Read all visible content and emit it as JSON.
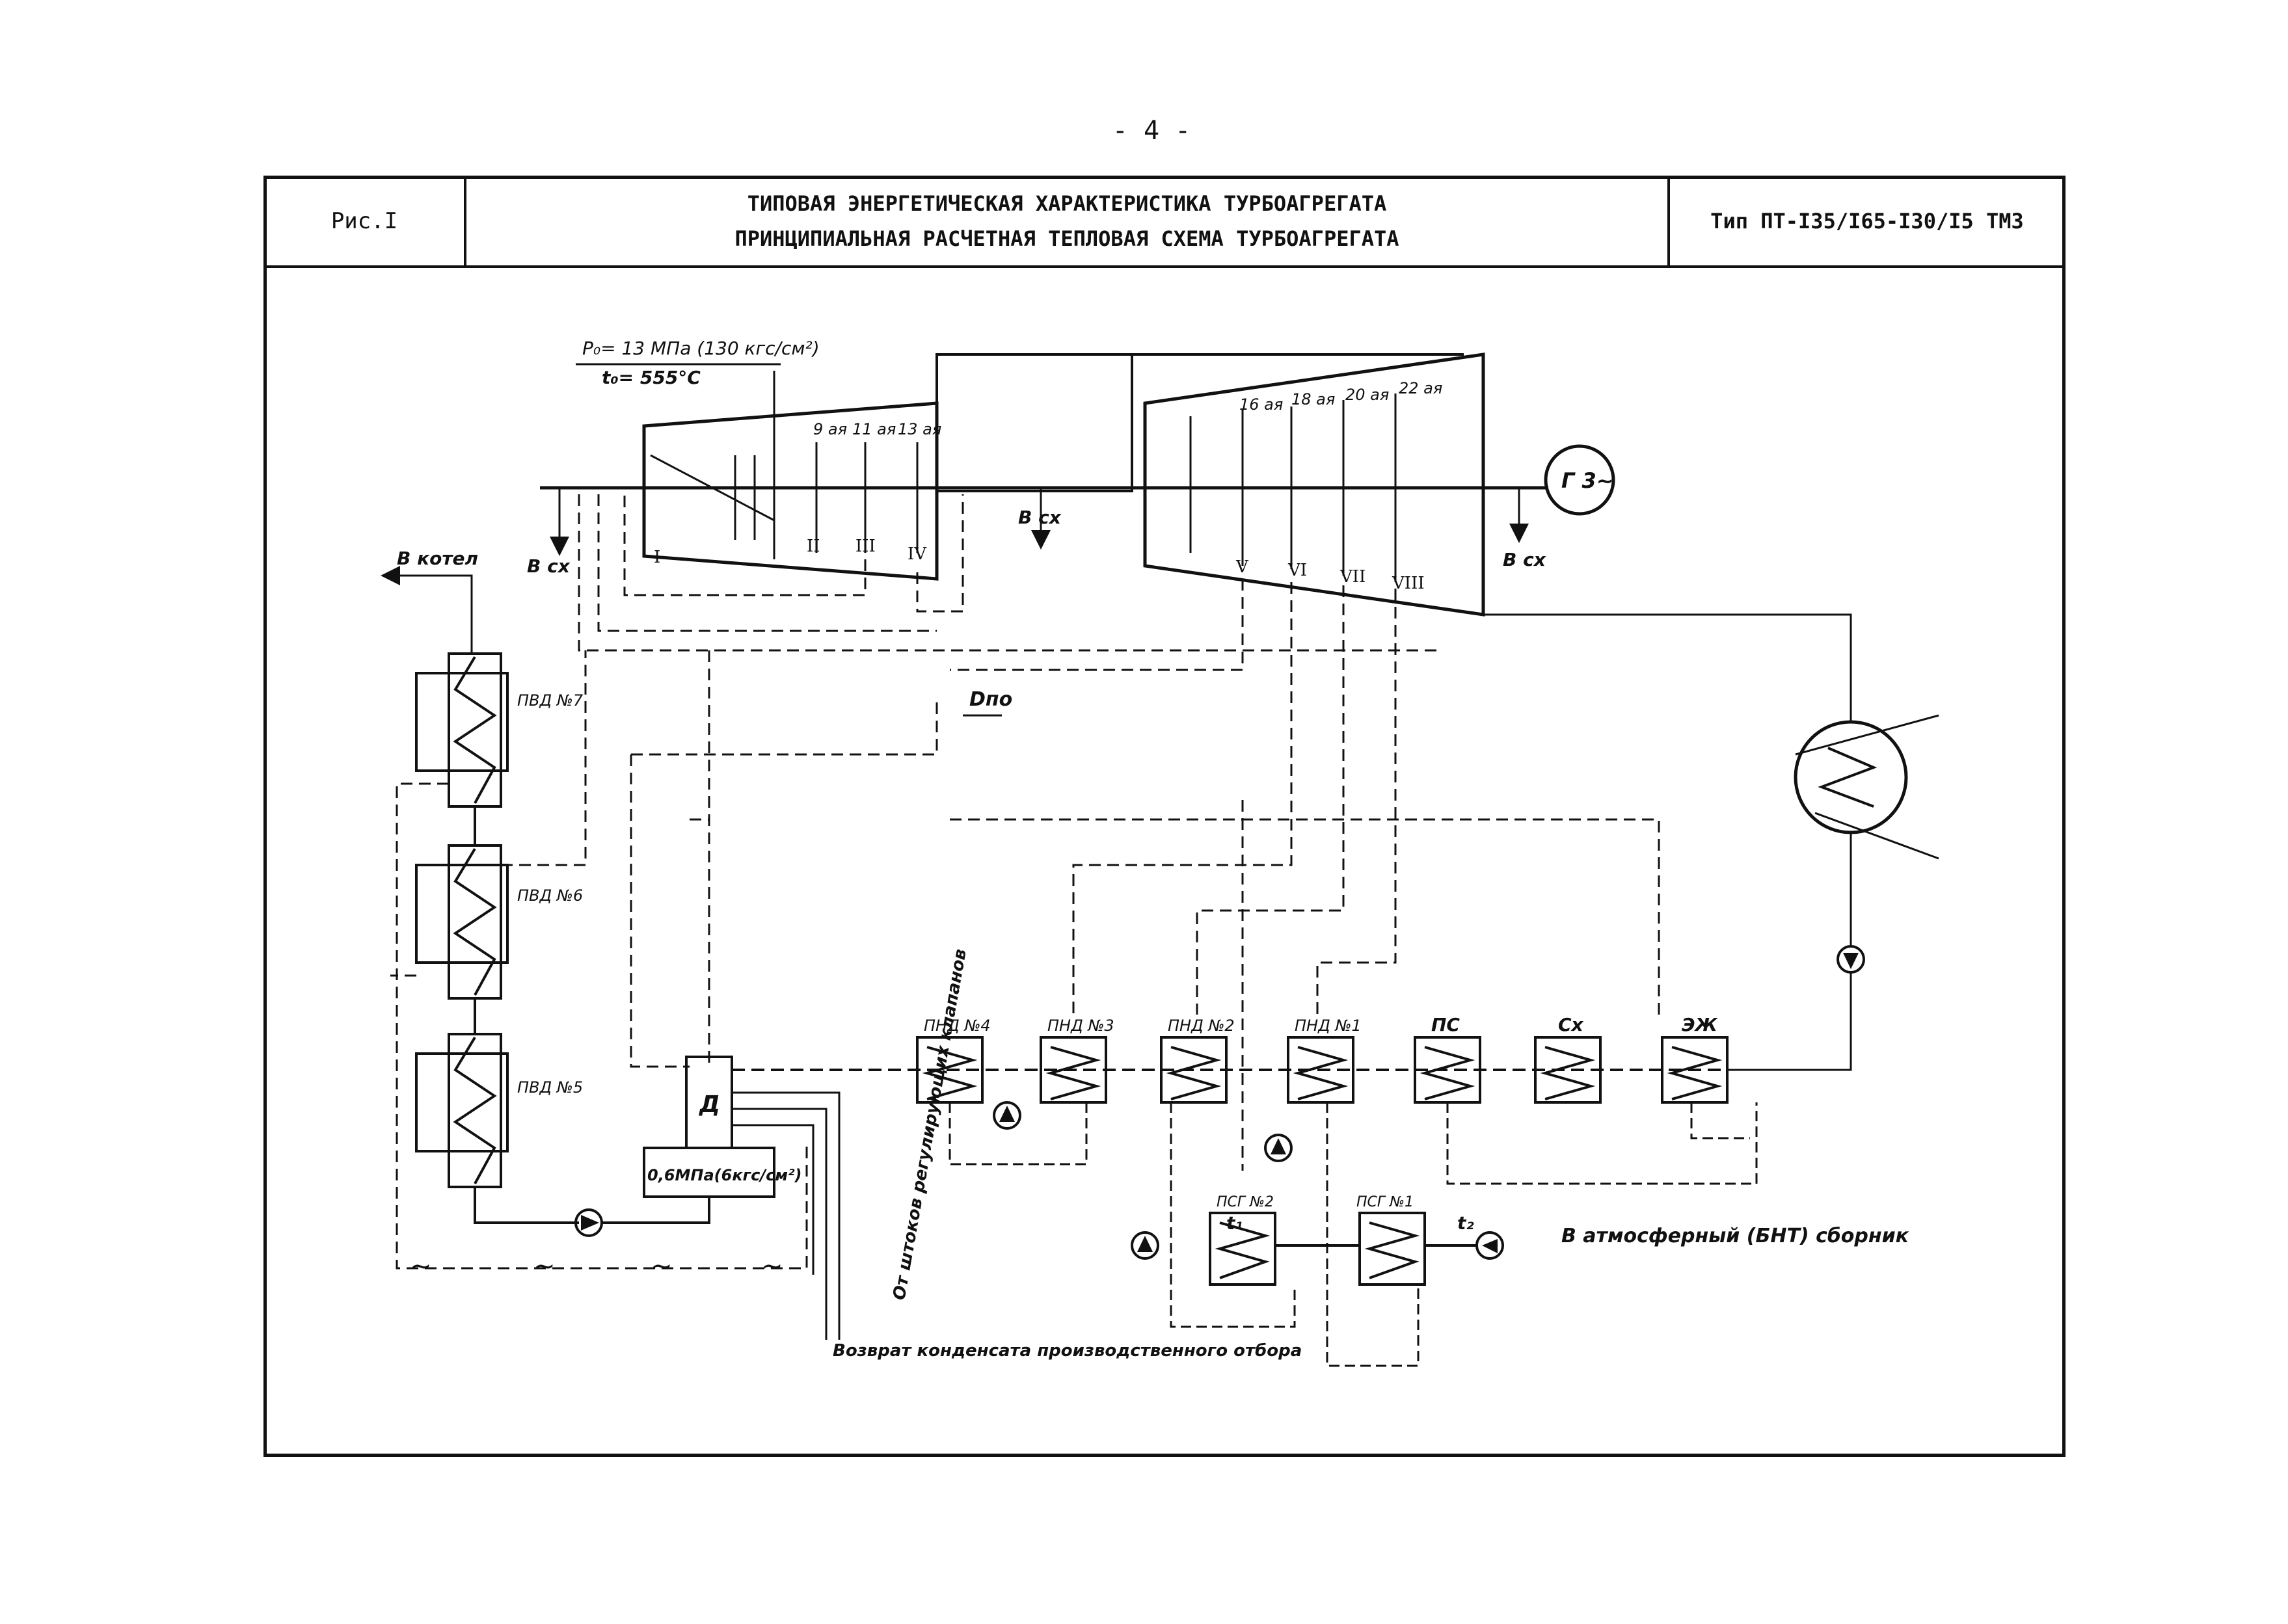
{
  "page_number": "- 4 -",
  "header": {
    "figure_label": "Рис.I",
    "title_line1": "ТИПОВАЯ ЭНЕРГЕТИЧЕСКАЯ ХАРАКТЕРИСТИКА ТУРБОАГРЕГАТА",
    "title_line2": "ПРИНЦИПИАЛЬНАЯ РАСЧЕТНАЯ ТЕПЛОВАЯ СХЕМА ТУРБОАГРЕГАТА",
    "type_label": "Тип ПТ-I35/I65-I30/I5 ТМЗ"
  },
  "steam_params": {
    "pressure": "P₀= 13 МПа (130 кгс/см²)",
    "temperature": "t₀= 555°C"
  },
  "stages": {
    "hp": [
      "9 ая",
      "11 ая",
      "13 ая"
    ],
    "lp": [
      "16 ая",
      "18 ая",
      "20 ая",
      "22 ая"
    ]
  },
  "extractions": [
    "I",
    "II",
    "III",
    "IV",
    "V",
    "VI",
    "VII",
    "VIII"
  ],
  "labels": {
    "to_boiler": "В котел",
    "to_drain": "В сх",
    "process_steam": "Dпо",
    "generator": "Г 3~",
    "deaerator": "Д",
    "deaerator_pressure": "0,6МПа(6кгс/см²)",
    "valve_stem_leakoff": "От штоков регулирующих клапанов",
    "condensate_return": "Возврат конденсата производственного отбора",
    "atmospheric_tank": "В атмосферный (БНТ) сборник",
    "t1": "t₁",
    "t2": "t₂",
    "drain_symbol": "~"
  },
  "heaters": {
    "hp": [
      "ПВД №7",
      "ПВД №6",
      "ПВД №5"
    ],
    "lp": [
      "ПНД №4",
      "ПНД №3",
      "ПНД №2",
      "ПНД №1"
    ],
    "seal": [
      "ПС",
      "Сх",
      "ЭЖ"
    ],
    "network": [
      "ПСГ №2",
      "ПСГ №1"
    ]
  }
}
